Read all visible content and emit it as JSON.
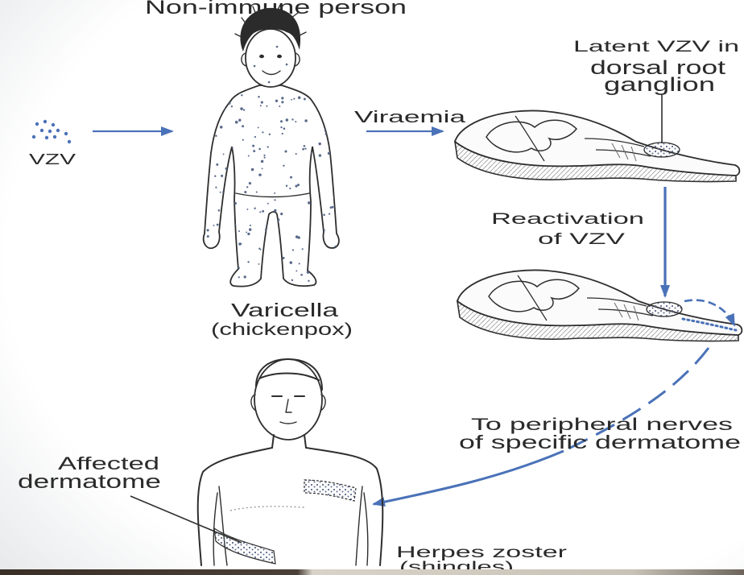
{
  "title": "Non-immune person",
  "virus_label": "VZV",
  "viraemia": "Viraemia",
  "latent": {
    "line1": "Latent VZV in",
    "line2": "dorsal root",
    "line3": "ganglion"
  },
  "reactivation": {
    "line1": "Reactivation",
    "line2": "of VZV"
  },
  "varicella": {
    "line1": "Varicella",
    "line2": "(chickenpox)"
  },
  "peripheral": {
    "line1": "To peripheral nerves",
    "line2": "of specific dermatome"
  },
  "affected": {
    "line1": "Affected",
    "line2": "dermatome"
  },
  "zoster": {
    "line1": "Herpes zoster",
    "line2": "(shingles)"
  },
  "colors": {
    "arrow": "#4a72b8",
    "ink": "#2e2e2e",
    "rash": "#5a6a8a"
  }
}
